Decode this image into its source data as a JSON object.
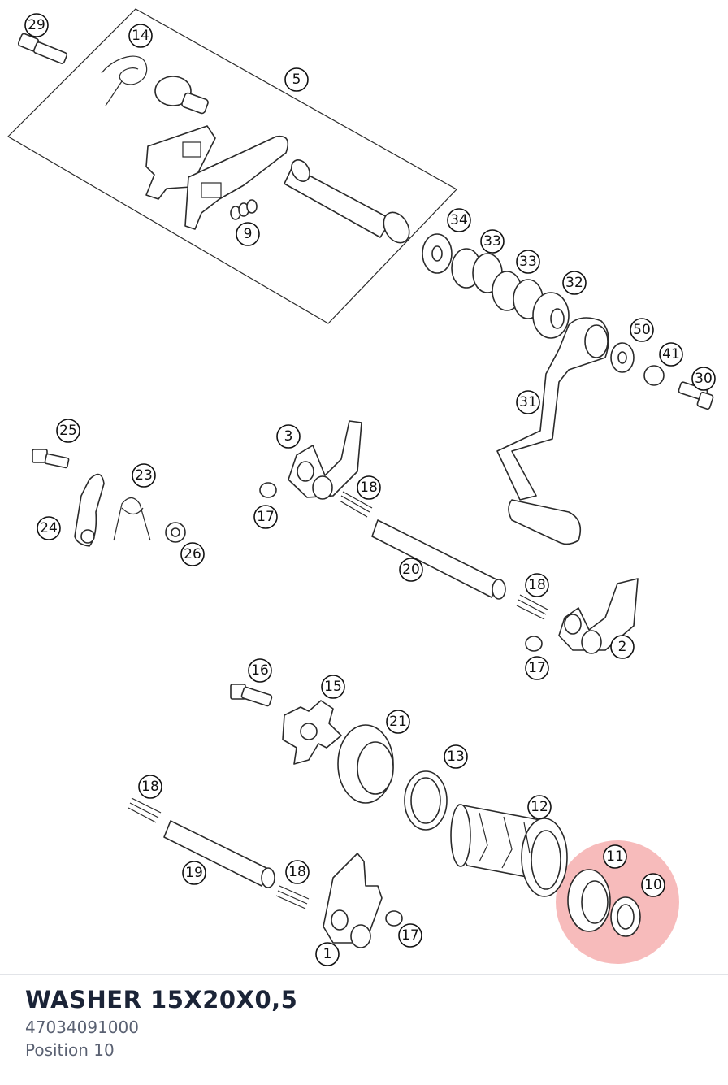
{
  "part": {
    "title": "WASHER 15X20X0,5",
    "number": "47034091000",
    "position": "Position 10"
  },
  "colors": {
    "highlight": "#f08484",
    "title_text": "#1b2437",
    "secondary_text": "#5a6172"
  },
  "callouts": {
    "c1": "1",
    "c2": "2",
    "c3": "3",
    "c5": "5",
    "c9": "9",
    "c10": "10",
    "c11": "11",
    "c12": "12",
    "c13": "13",
    "c14": "14",
    "c15": "15",
    "c16": "16",
    "c17a": "17",
    "c17b": "17",
    "c17c": "17",
    "c18a": "18",
    "c18b": "18",
    "c18c": "18",
    "c18d": "18",
    "c19": "19",
    "c20": "20",
    "c21": "21",
    "c23": "23",
    "c24": "24",
    "c25": "25",
    "c26": "26",
    "c29": "29",
    "c30": "30",
    "c31": "31",
    "c32": "32",
    "c33a": "33",
    "c33b": "33",
    "c34": "34",
    "c41": "41",
    "c50": "50"
  }
}
